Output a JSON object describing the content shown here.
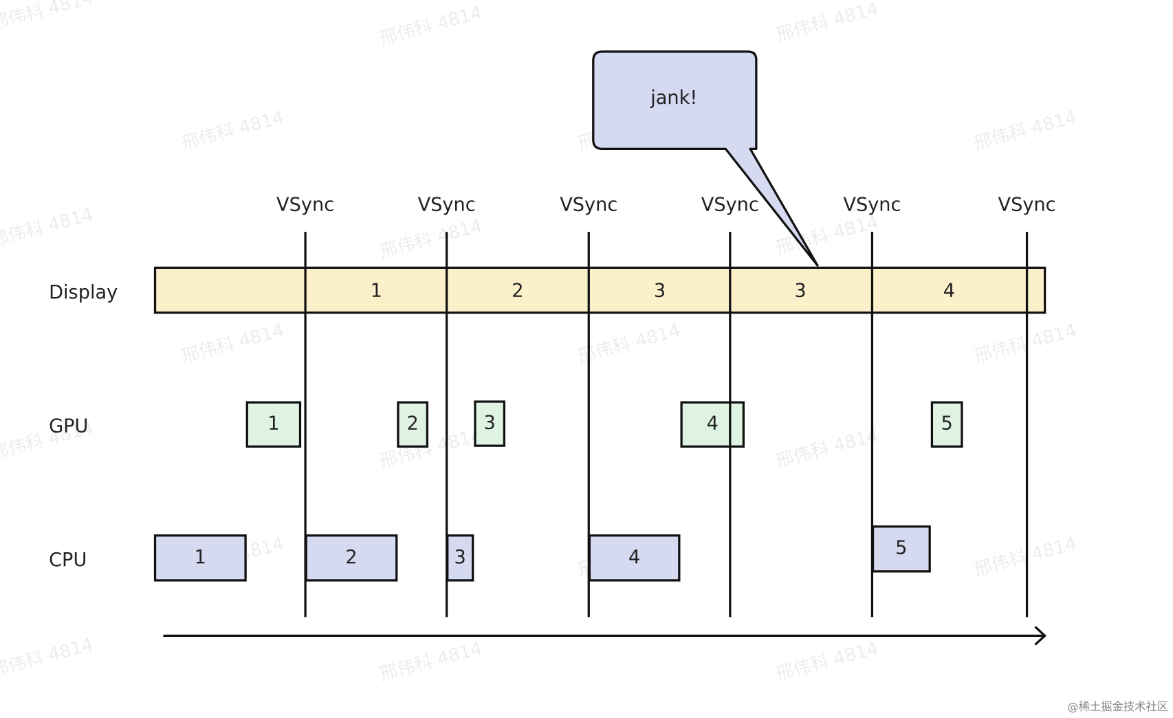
{
  "bubble": {
    "text": "jank!"
  },
  "vsync_label": "VSync",
  "rows": {
    "display": "Display",
    "gpu": "GPU",
    "cpu": "CPU"
  },
  "display_frames": [
    "1",
    "2",
    "3",
    "3",
    "4"
  ],
  "gpu_frames": [
    "1",
    "2",
    "3",
    "4",
    "5"
  ],
  "cpu_frames": [
    "1",
    "2",
    "3",
    "4",
    "5"
  ],
  "watermark": "邢伟科 4814",
  "credit": "@稀土掘金技术社区",
  "colors": {
    "display": "#fcf0cb",
    "gpu": "#dff3e3",
    "cpu": "#d6daf1",
    "bubble": "#d6daf1",
    "stroke": "#111111"
  }
}
